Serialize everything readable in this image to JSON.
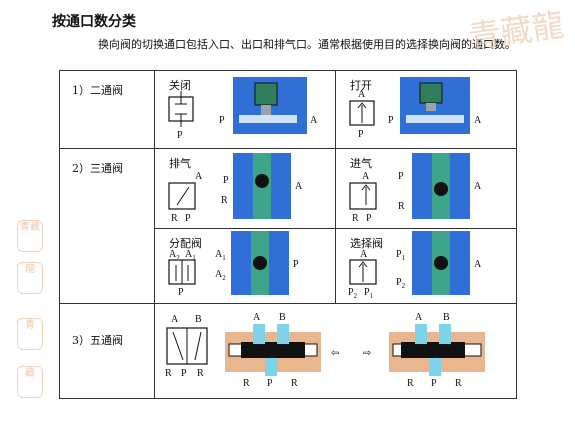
{
  "title": "按通口数分类",
  "intro": "换向阀的切换通口包括入口、出口和排气口。通常根据使用目的选择换向阀的通口数。",
  "watermark": "青藏龍",
  "seals": [
    "青藏",
    "龍",
    "青",
    "藏"
  ],
  "rows": [
    {
      "label": "1）二通阀",
      "states": [
        "关闭",
        "打开"
      ]
    },
    {
      "label": "2）三通阀",
      "states": [
        "排气",
        "进气",
        "分配阀",
        "选择阀"
      ]
    },
    {
      "label": "3）五通阀",
      "states": []
    }
  ],
  "ports": {
    "A": "A",
    "B": "B",
    "P": "P",
    "R": "R",
    "A1": "A",
    "A2": "A",
    "P1": "P",
    "P2": "P",
    "sub1": "1",
    "sub2": "2"
  },
  "arrows": {
    "left": "⇦",
    "right": "⇨"
  },
  "colors": {
    "valve_blue": "#2f6fd6",
    "spool_green": "#2f7d5a",
    "body_tan": "#e9b78f"
  }
}
